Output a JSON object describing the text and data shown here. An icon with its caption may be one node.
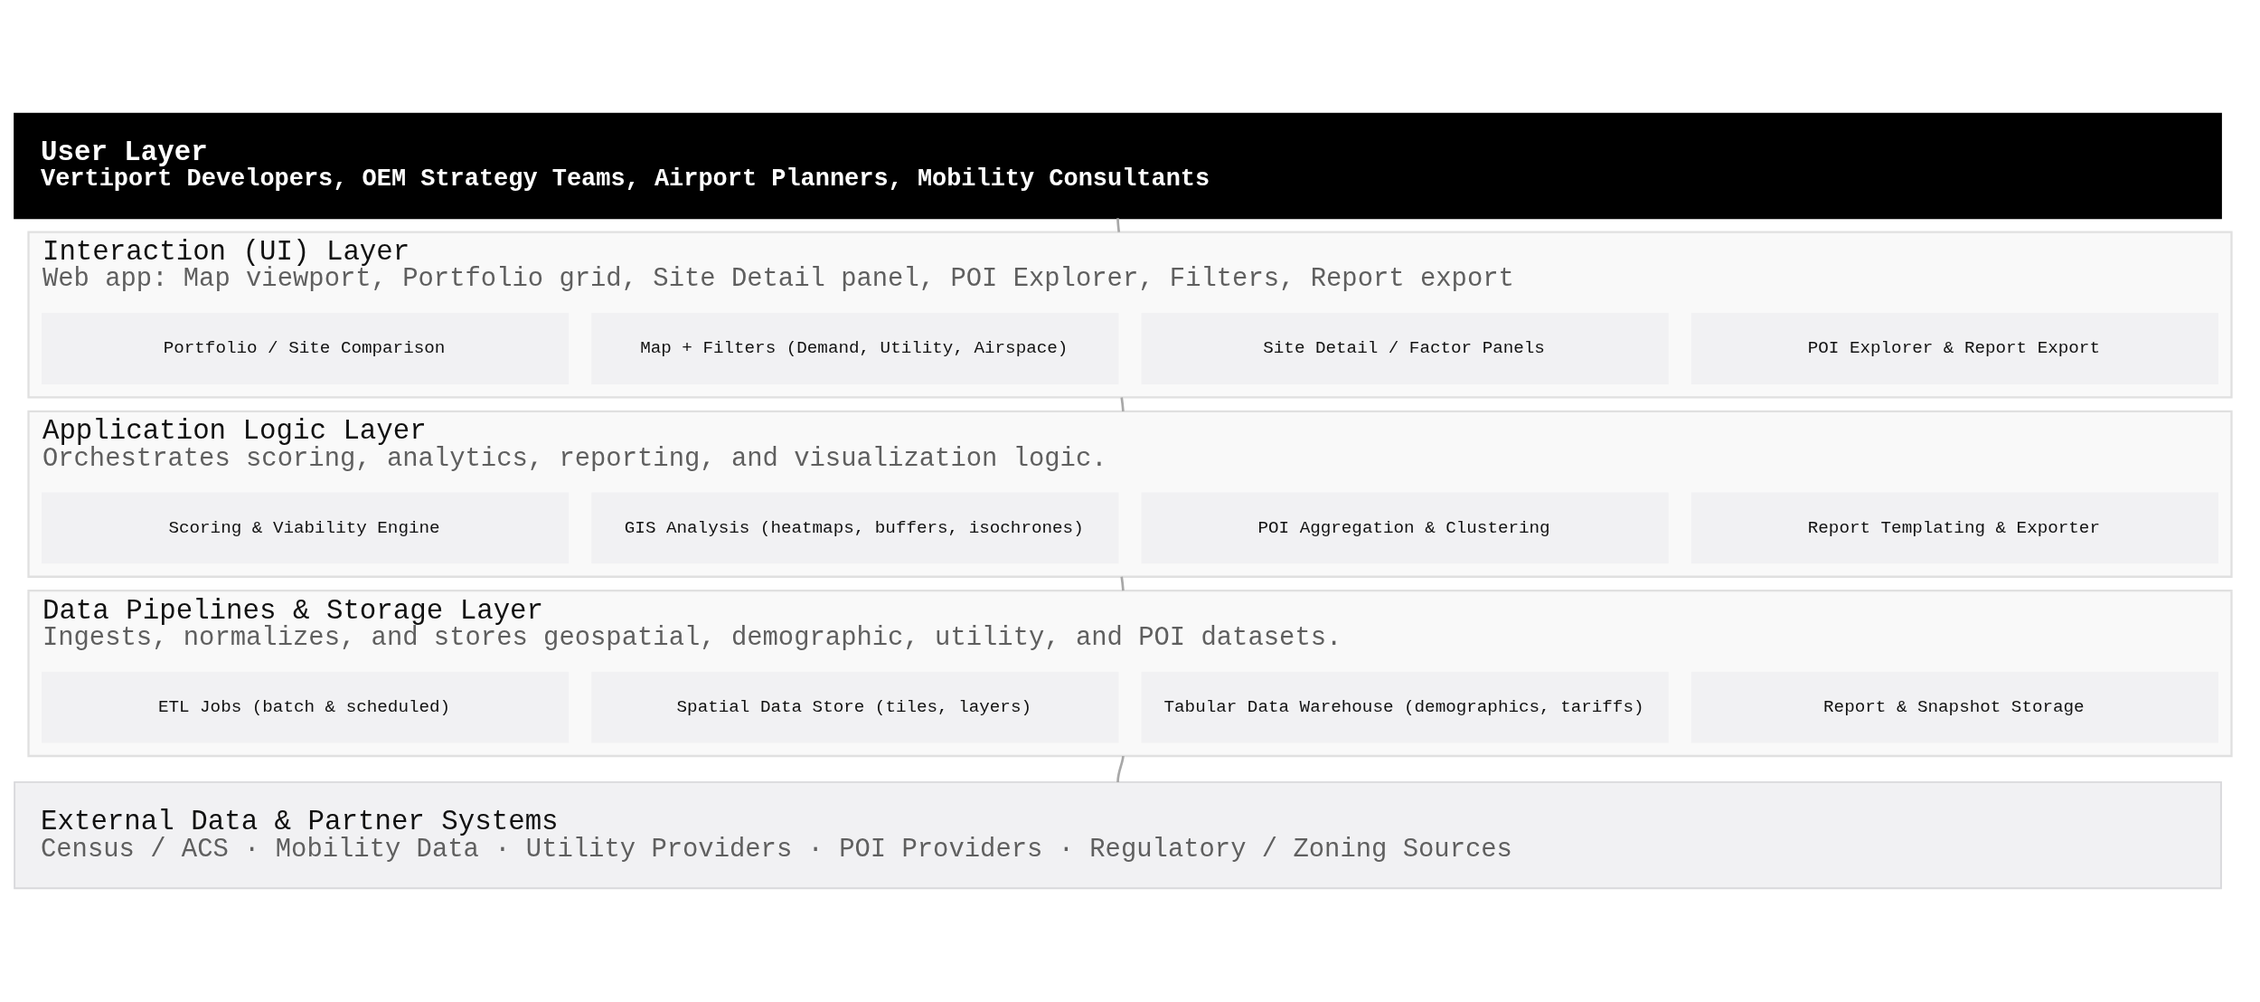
{
  "diagram": {
    "nodes": [
      {
        "text": [
          "User Layer",
          "Vertiport Developers, OEM Strategy Teams, Airport Planners, Mobility Consultants"
        ]
      },
      {
        "text": [
          "Interaction (UI) Layer",
          "Web app: Map viewport, Portfolio grid, Site Detail panel, POI Explorer, Filters, Report export"
        ]
      },
      {
        "text": [
          "Portfolio / Site Comparison"
        ],
        "in": 1
      },
      {
        "text": [
          "Map + Filters (Demand, Utility, Airspace)"
        ],
        "in": 1
      },
      {
        "text": [
          "Site Detail / Factor Panels"
        ],
        "in": 1
      },
      {
        "text": [
          "POI Explorer & Report Export"
        ],
        "in": 1
      },
      {
        "text": [
          "Application Logic Layer",
          "Orchestrates scoring, analytics, reporting, and visualization logic."
        ]
      },
      {
        "text": [
          "Scoring & Viability Engine"
        ],
        "in": 6
      },
      {
        "text": [
          "GIS Analysis (heatmaps, buffers, isochrones)"
        ],
        "in": 6
      },
      {
        "text": [
          "POI Aggregation & Clustering"
        ],
        "in": 6
      },
      {
        "text": [
          "Report Templating & Exporter"
        ],
        "in": 6
      },
      {
        "text": [
          "Data Pipelines & Storage Layer",
          "Ingests, normalizes, and stores geospatial, demographic, utility, and POI datasets."
        ]
      },
      {
        "text": [
          "ETL Jobs (batch & scheduled)"
        ],
        "in": 11
      },
      {
        "text": [
          "Spatial Data Store (tiles, layers)"
        ],
        "in": 11
      },
      {
        "text": [
          "Tabular Data Warehouse (demographics, tariffs)"
        ],
        "in": 11
      },
      {
        "text": [
          "Report & Snapshot Storage"
        ],
        "in": 11
      },
      {
        "text": [
          "External Data & Partner Systems",
          "Census / ACS · Mobility Data · Utility Providers · POI Providers · Regulatory / Zoning Sources"
        ]
      }
    ],
    "edges": [
      {
        "from": 0,
        "to": 1,
        "arrow": "none"
      },
      {
        "from": 1,
        "to": 6,
        "arrow": "none"
      },
      {
        "from": 6,
        "to": 11,
        "arrow": "none"
      },
      {
        "from": 11,
        "to": 16,
        "arrow": "none"
      }
    ]
  }
}
